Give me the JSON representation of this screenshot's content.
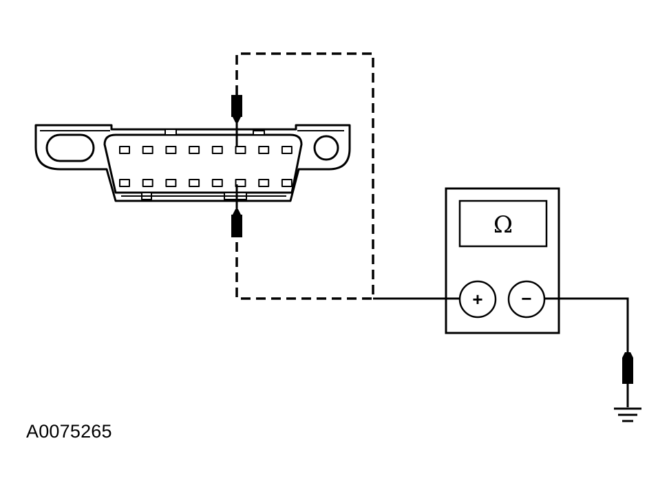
{
  "figure": {
    "reference_code": "A0075265"
  },
  "meter": {
    "display_symbol": "Ω",
    "positive_symbol": "+",
    "negative_symbol": "−",
    "mode_icon": "ohm-icon"
  },
  "connector": {
    "type": "DLC 16-pin",
    "pins_per_row": 8,
    "rows": 2
  },
  "ground": {
    "icon": "ground-icon"
  }
}
